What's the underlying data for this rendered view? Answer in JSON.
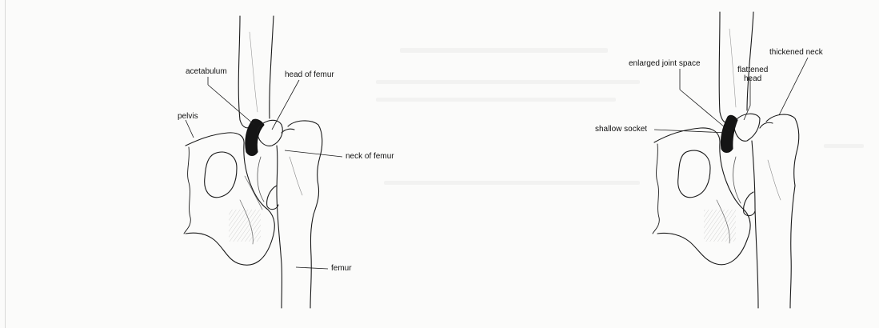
{
  "left_figure": {
    "labels": {
      "acetabulum": "acetabulum",
      "head_of_femur": "head of femur",
      "pelvis": "pelvis",
      "neck_of_femur": "neck of femur",
      "femur": "femur"
    }
  },
  "right_figure": {
    "labels": {
      "enlarged_joint_space": "enlarged joint space",
      "thickened_neck": "thickened neck",
      "flattened_head_line1": "flattened",
      "flattened_head_line2": "head",
      "shallow_socket": "shallow socket"
    }
  }
}
